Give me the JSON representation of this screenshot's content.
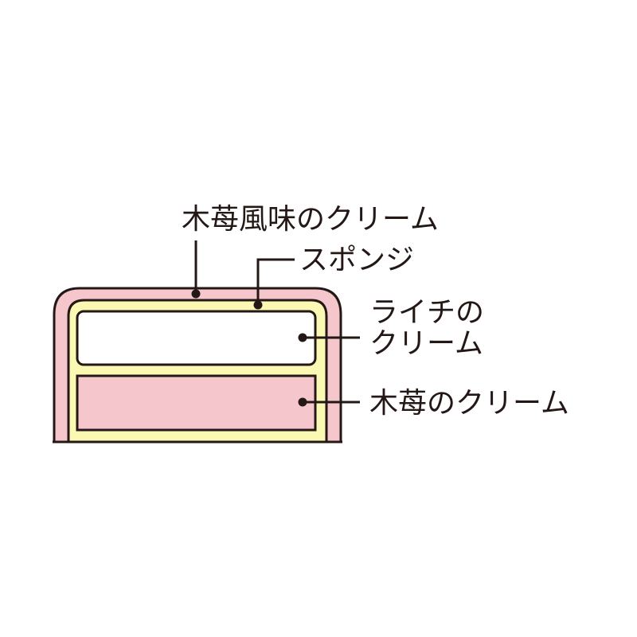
{
  "labels": {
    "outer_cream": "木苺風味のクリーム",
    "sponge": "スポンジ",
    "lychee_cream_line1": "ライチの",
    "lychee_cream_line2": "クリーム",
    "raspberry_cream": "木苺のクリーム"
  },
  "colors": {
    "outer_cream": "#f5c6cc",
    "sponge": "#fbf8b4",
    "lychee_cream": "#ffffff",
    "raspberry_cream": "#f5c6cc",
    "stroke": "#231815"
  }
}
